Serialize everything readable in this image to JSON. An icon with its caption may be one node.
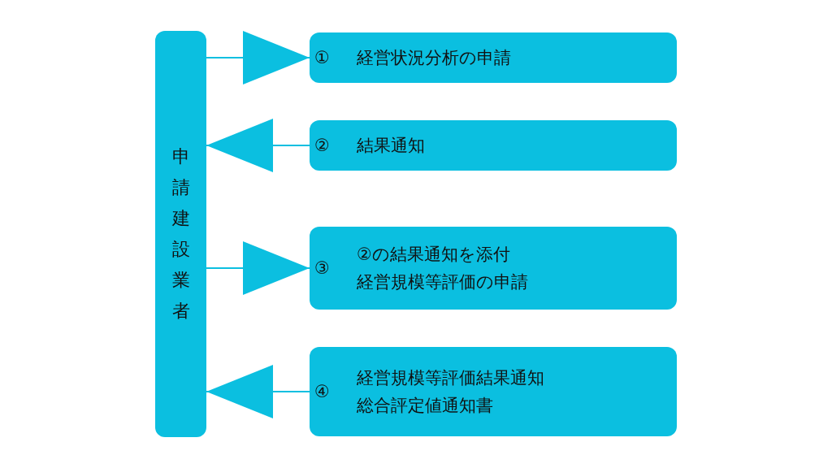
{
  "diagram": {
    "nodes": [
      {
        "text": [
          "申請建設業者"
        ]
      },
      {
        "text": [
          "①",
          "経営状況分析の申請"
        ]
      },
      {
        "text": [
          "②",
          "結果通知"
        ]
      },
      {
        "text": [
          "③",
          "②の結果通知を添付",
          "経営規模等評価の申請"
        ]
      },
      {
        "text": [
          "④",
          "経営規模等評価結果通知",
          "総合評定値通知書"
        ]
      }
    ],
    "edges": [
      {
        "from": 0,
        "to": 1,
        "arrow": "to"
      },
      {
        "from": 2,
        "to": 0,
        "arrow": "to"
      },
      {
        "from": 0,
        "to": 3,
        "arrow": "to"
      },
      {
        "from": 4,
        "to": 0,
        "arrow": "to"
      }
    ]
  }
}
